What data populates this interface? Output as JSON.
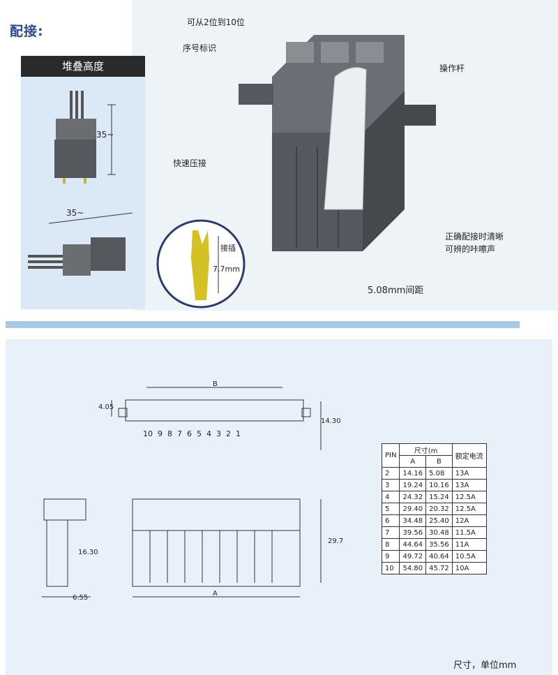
{
  "title": "配接:",
  "stack_panel": {
    "header": "堆叠高度",
    "dim_vertical": "35~",
    "dim_horizontal": "35~"
  },
  "callouts": {
    "positions": "可从2位到10位",
    "seq_mark": "序号标识",
    "lever": "操作杆",
    "quick_crimp": "快速压接",
    "click_line1": "正确配接时清晰",
    "click_line2": "可辨的咔嚓声",
    "pitch": "5.08mm间距",
    "insert_label": "接插",
    "insert_value": "7.7mm"
  },
  "drawing": {
    "label_b": "B",
    "label_a": "A",
    "dim_405": "4.05",
    "dim_1430": "14.30",
    "dim_297": "29.7",
    "dim_1630": "16.30",
    "dim_655": "6.55",
    "pin_numbers": [
      "10",
      "9",
      "8",
      "7",
      "6",
      "5",
      "4",
      "3",
      "2",
      "1"
    ]
  },
  "table": {
    "headers": {
      "pin": "PIN",
      "size": "尺寸(m",
      "current": "额定电流",
      "a": "A",
      "b": "B"
    },
    "rows": [
      {
        "pin": "2",
        "a": "14.16",
        "b": "5.08",
        "current": "13A"
      },
      {
        "pin": "3",
        "a": "19.24",
        "b": "10.16",
        "current": "13A"
      },
      {
        "pin": "4",
        "a": "24.32",
        "b": "15.24",
        "current": "12.5A"
      },
      {
        "pin": "5",
        "a": "29.40",
        "b": "20.32",
        "current": "12.5A"
      },
      {
        "pin": "6",
        "a": "34.48",
        "b": "25.40",
        "current": "12A"
      },
      {
        "pin": "7",
        "a": "39.56",
        "b": "30.48",
        "current": "11.5A"
      },
      {
        "pin": "8",
        "a": "44.64",
        "b": "35.56",
        "current": "11A"
      },
      {
        "pin": "9",
        "a": "49.72",
        "b": "40.64",
        "current": "10.5A"
      },
      {
        "pin": "10",
        "a": "54.80",
        "b": "45.72",
        "current": "10A"
      }
    ]
  },
  "footer": "尺寸，单位mm",
  "colors": {
    "title": "#2c4a8a",
    "housing": "#5a5d63",
    "lever": "#e9ecef",
    "contact": "#d4c224",
    "separator": "#a9c8e6"
  }
}
